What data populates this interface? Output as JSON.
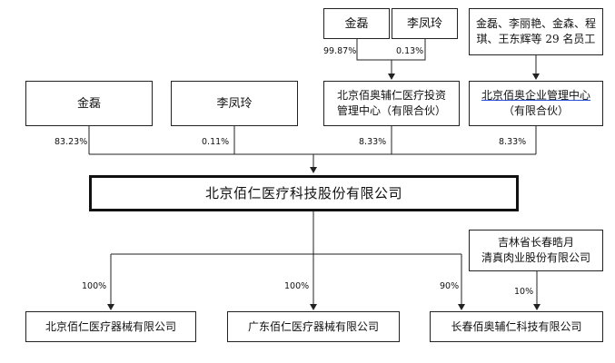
{
  "nodes": {
    "jin_lei_top": "金磊",
    "li_fengling_top": "李凤玲",
    "employees": [
      "金磊、李丽艳、金森、程",
      "琪、王东辉等 29 名员工"
    ],
    "jin_lei": "金磊",
    "li_fengling": "李凤玲",
    "investment_center": [
      "北京佰奥辅仁医疗投资",
      "管理中心（有限合伙）"
    ],
    "enterprise_center": [
      "北京佰奥企业管理中心",
      "（有限合伙）"
    ],
    "company": "北京佰仁医疗科技股份有限公司",
    "jilin": [
      "吉林省长春晧月",
      "清真肉业股份有限公司"
    ],
    "beijing_sub": "北京佰仁医疗器械有限公司",
    "guangdong_sub": "广东佰仁医疗器械有限公司",
    "changchun_sub": "长春佰奥辅仁科技有限公司"
  },
  "percentages": {
    "jin_lei_top": "99.87%",
    "li_fengling_top": "0.13%",
    "jin_lei": "83.23%",
    "li_fengling": "0.11%",
    "investment_center": "8.33%",
    "enterprise_center": "8.33%",
    "beijing_sub": "100%",
    "guangdong_sub": "100%",
    "changchun_sub": "90%",
    "jilin": "10%"
  }
}
